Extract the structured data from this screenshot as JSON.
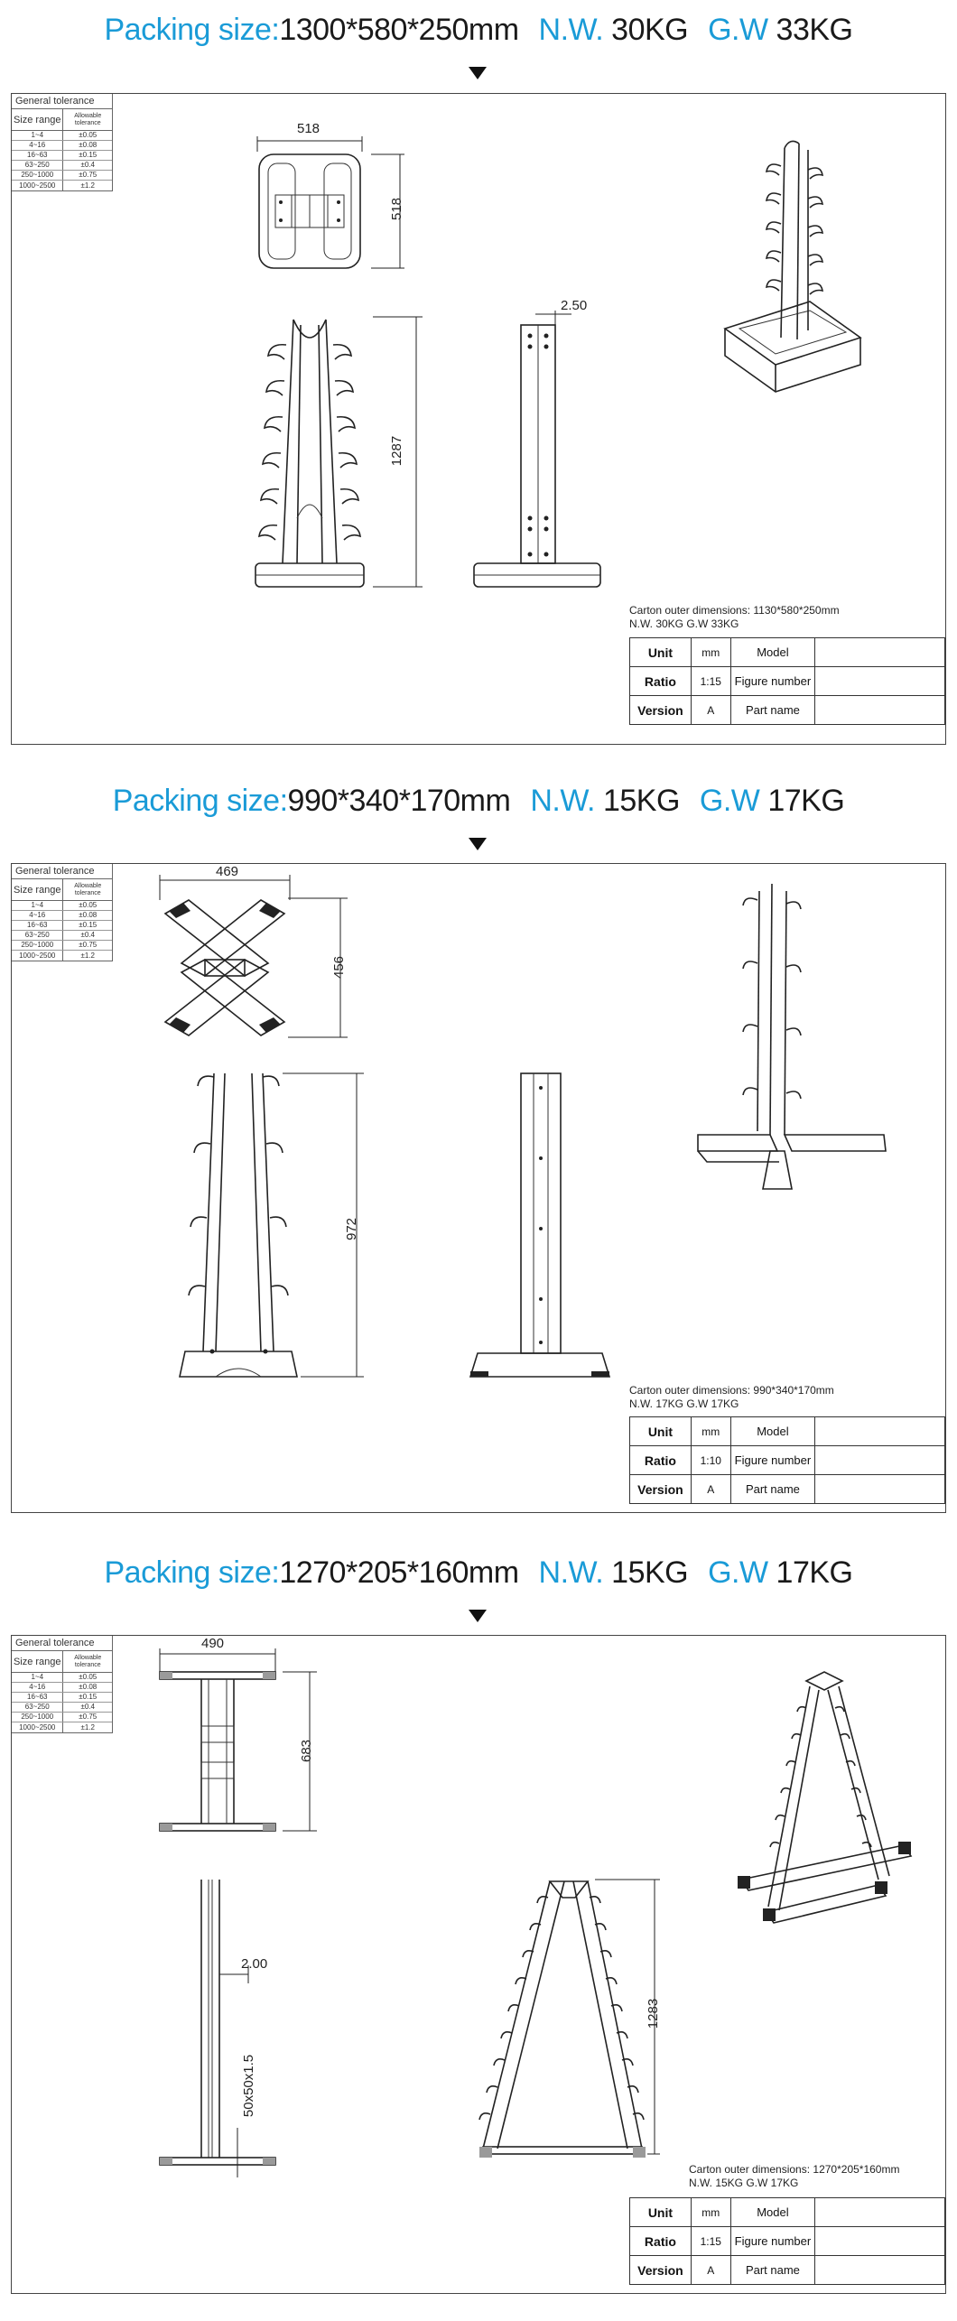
{
  "sections": [
    {
      "header": {
        "label": "Packing size:",
        "size": "1300*580*250mm",
        "nw_label": "N.W.",
        "nw": "30KG",
        "gw_label": "G.W",
        "gw": "33KG"
      },
      "dims": {
        "top_width": "518",
        "top_depth": "518",
        "height": "1287",
        "tube": "2.50"
      },
      "carton": {
        "line1": "Carton outer dimensions:  1130*580*250mm",
        "line2": "N.W. 30KG   G.W 33KG"
      },
      "info": {
        "unit_label": "Unit",
        "unit": "mm",
        "model_label": "Model",
        "ratio_label": "Ratio",
        "ratio": "1:15",
        "figure_label": "Figure number",
        "version_label": "Version",
        "version": "A",
        "part_label": "Part name"
      }
    },
    {
      "header": {
        "label": "Packing size:",
        "size": "990*340*170mm",
        "nw_label": "N.W.",
        "nw": "15KG",
        "gw_label": "G.W",
        "gw": "17KG"
      },
      "dims": {
        "top_width": "469",
        "top_depth": "456",
        "height": "972"
      },
      "carton": {
        "line1": "Carton outer dimensions:  990*340*170mm",
        "line2": "N.W. 17KG   G.W 17KG"
      },
      "info": {
        "unit_label": "Unit",
        "unit": "mm",
        "model_label": "Model",
        "ratio_label": "Ratio",
        "ratio": "1:10",
        "figure_label": "Figure number",
        "version_label": "Version",
        "version": "A",
        "part_label": "Part name"
      }
    },
    {
      "header": {
        "label": "Packing size:",
        "size": "1270*205*160mm",
        "nw_label": "N.W.",
        "nw": "15KG",
        "gw_label": "G.W",
        "gw": "17KG"
      },
      "dims": {
        "top_width": "490",
        "top_depth": "683",
        "height": "1283",
        "tube": "2.00",
        "profile": "50x50x1.5"
      },
      "carton": {
        "line1": "Carton outer dimensions:  1270*205*160mm",
        "line2": "N.W. 15KG   G.W 17KG"
      },
      "info": {
        "unit_label": "Unit",
        "unit": "mm",
        "model_label": "Model",
        "ratio_label": "Ratio",
        "ratio": "1:15",
        "figure_label": "Figure number",
        "version_label": "Version",
        "version": "A",
        "part_label": "Part name"
      }
    }
  ],
  "tolerance": {
    "title": "General tolerance",
    "col1": "Size range",
    "col2a": "Allowable",
    "col2b": "tolerance",
    "rows": [
      {
        "range": "1~4",
        "tol": "±0.05"
      },
      {
        "range": "4~16",
        "tol": "±0.08"
      },
      {
        "range": "16~63",
        "tol": "±0.15"
      },
      {
        "range": "63~250",
        "tol": "±0.4"
      },
      {
        "range": "250~1000",
        "tol": "±0.75"
      },
      {
        "range": "1000~2500",
        "tol": "±1.2"
      }
    ]
  }
}
